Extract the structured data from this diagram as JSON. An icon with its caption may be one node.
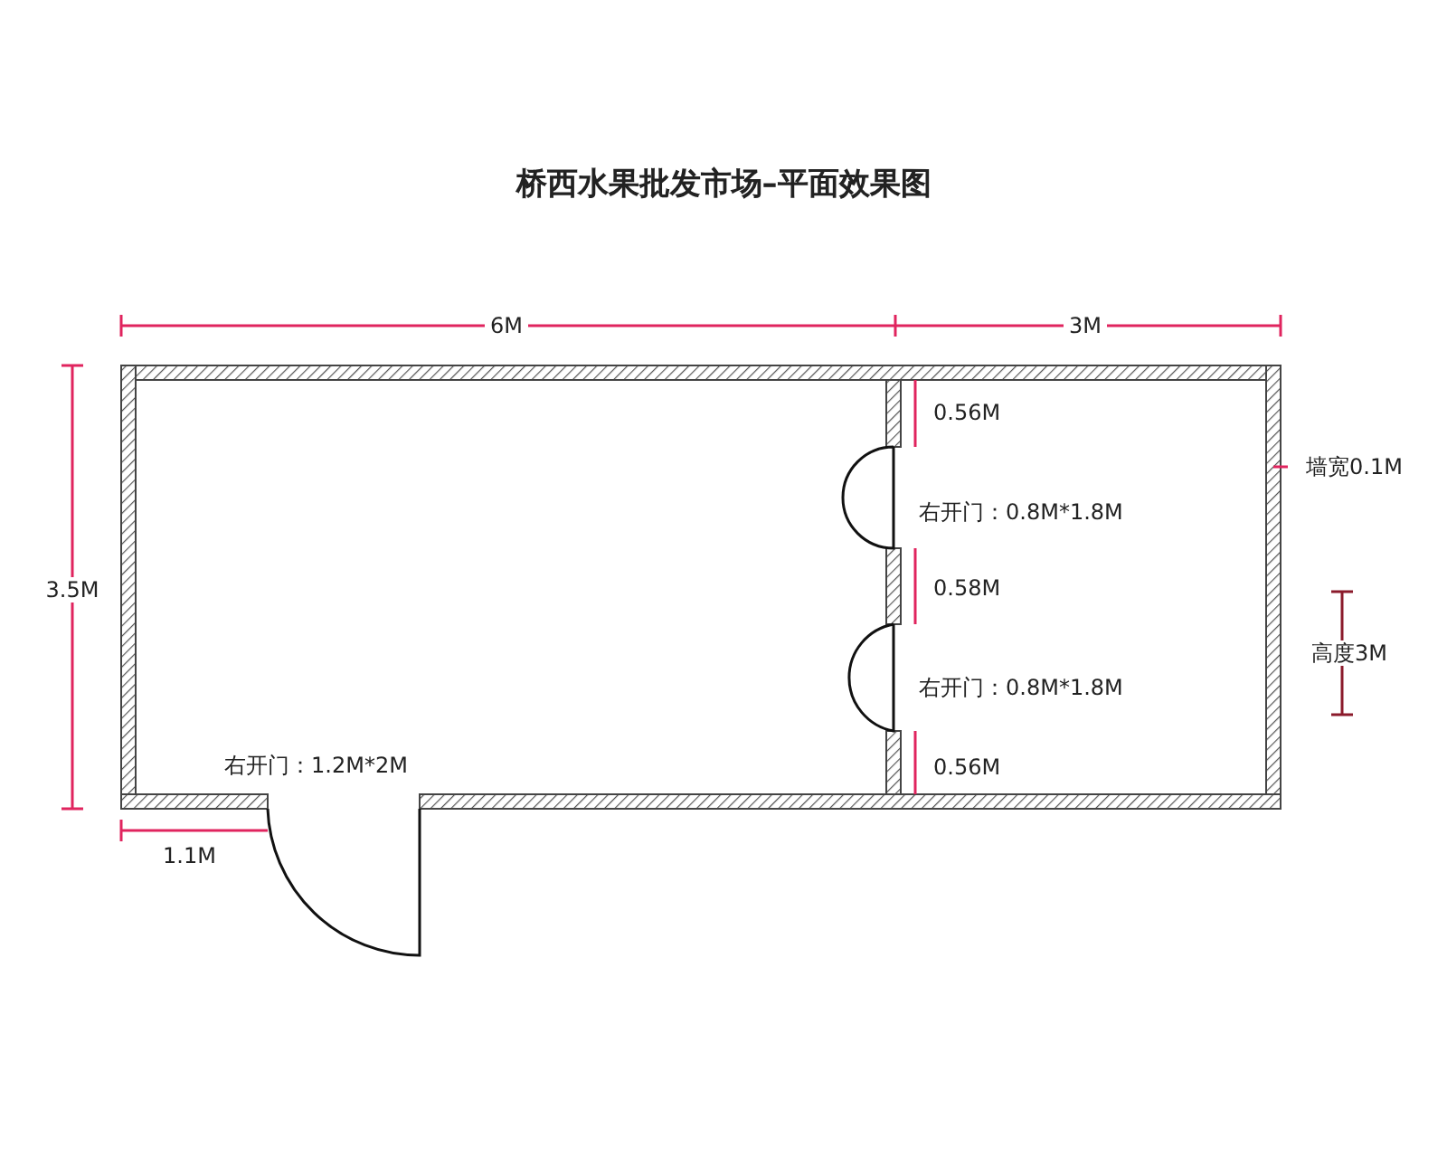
{
  "diagram": {
    "title": "桥西水果批发市场–平面效果图",
    "labels": [
      "6M",
      "3M",
      "3.5M",
      "0.56M",
      "右开门：0.8M*1.8M",
      "0.58M",
      "右开门：0.8M*1.8M",
      "0.56M",
      "墙宽0.1M",
      "高度3M",
      "右开门：1.2M*2M",
      "1.1M"
    ]
  }
}
